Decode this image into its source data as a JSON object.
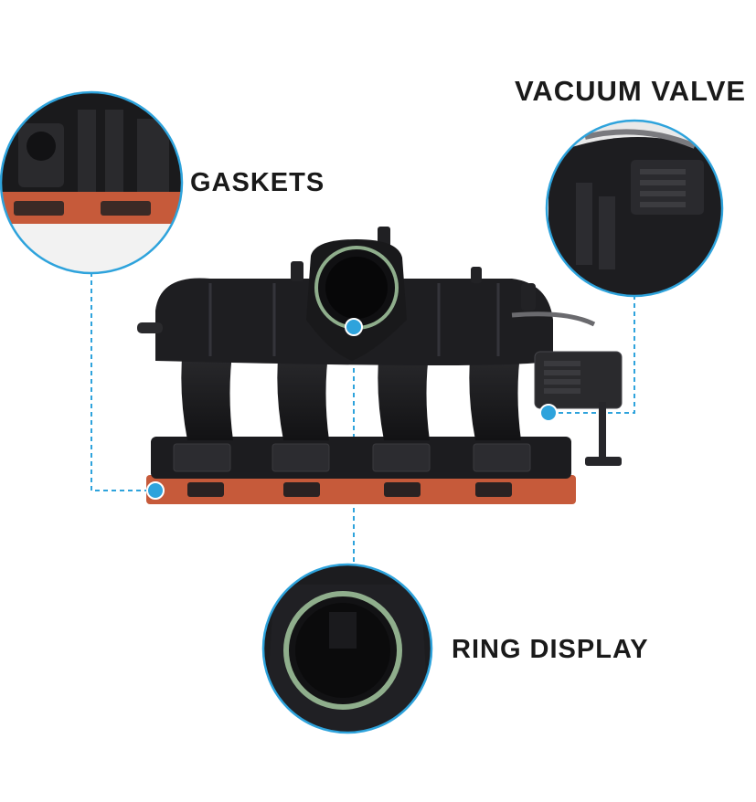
{
  "callouts": {
    "gaskets": {
      "label": "GASKETS"
    },
    "vacuum_valve": {
      "label": "VACUUM VALVE"
    },
    "ring_display": {
      "label": "RING DISPLAY"
    }
  },
  "colors": {
    "accent": "#2ea3dc",
    "manifold": "#1b1b1d",
    "gasket": "#c65a3a",
    "ring_seal": "#8fae8c"
  },
  "subject": "intake-manifold"
}
